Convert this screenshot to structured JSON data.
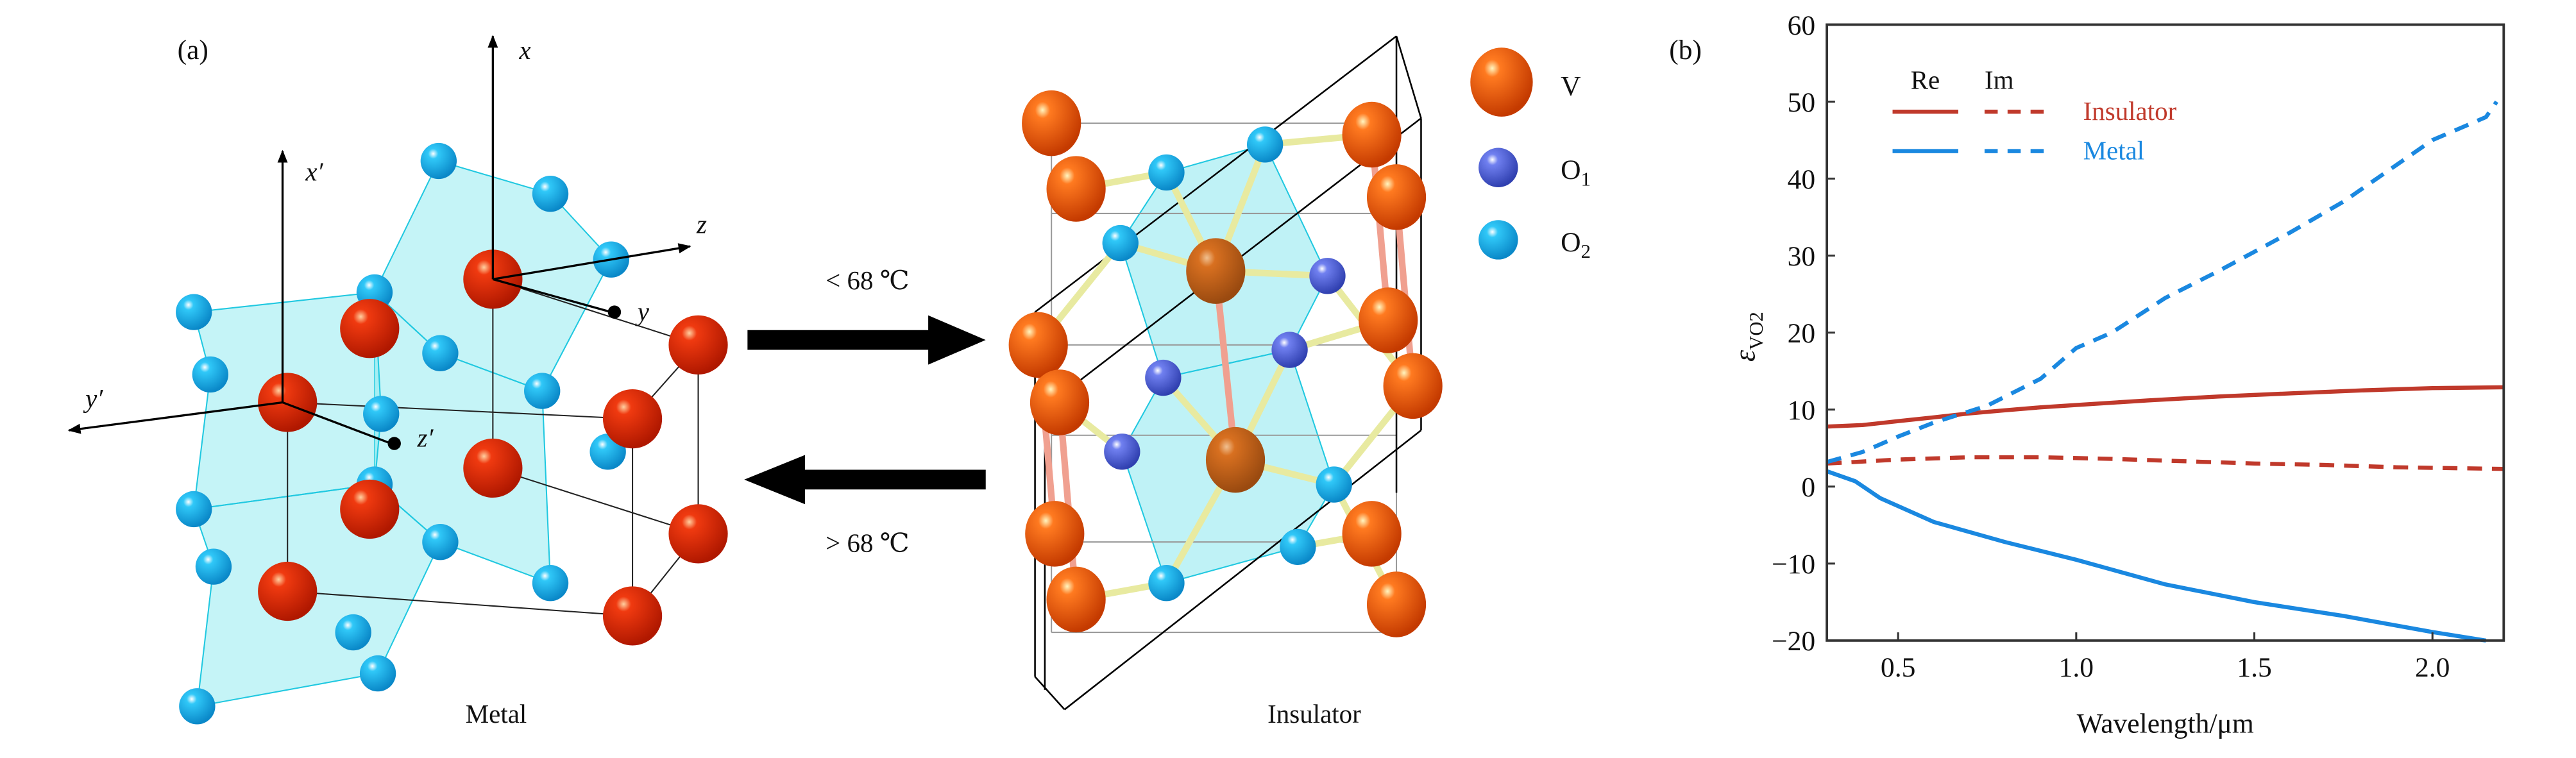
{
  "panel_a": {
    "label": "(a)",
    "axes": {
      "x": "x",
      "x_prime": "x′",
      "y": "y",
      "y_prime": "y′",
      "z": "z",
      "z_prime": "z′"
    },
    "metal_label": "Metal",
    "insulator_label": "Insulator",
    "arrow_cool_label": "< 68 ℃",
    "arrow_heat_label": "> 68 ℃",
    "legend": [
      {
        "symbol": "V",
        "sub": "",
        "color": "#e8500a"
      },
      {
        "symbol": "O",
        "sub": "1",
        "color": "#5a6ee0"
      },
      {
        "symbol": "O",
        "sub": "2",
        "color": "#1eb4ee"
      }
    ],
    "colors": {
      "metal_V": "#e8300a",
      "insulator_V": "#e8640a",
      "O2": "#1eb4ee",
      "O1": "#5a6ee0",
      "polyhedra": "#7fe6ee"
    }
  },
  "chart_data": {
    "type": "line",
    "panel_label": "(b)",
    "xlabel": "Wavelength/μm",
    "ylabel": "ε",
    "ylabel_sub": "VO2",
    "xlim": [
      0.3,
      2.2
    ],
    "ylim": [
      -20,
      60
    ],
    "xticks": [
      0.5,
      1.0,
      1.5,
      2.0
    ],
    "xtick_labels": [
      "0.5",
      "1.0",
      "1.5",
      "2.0"
    ],
    "yticks": [
      -20,
      -10,
      0,
      10,
      20,
      30,
      40,
      50,
      60
    ],
    "ytick_labels": [
      "−20",
      "−10",
      "0",
      "10",
      "20",
      "30",
      "40",
      "50",
      "60"
    ],
    "grid": false,
    "legend": {
      "placement": "top-left",
      "col_headers": [
        "Re",
        "Im"
      ],
      "rows": [
        "Insulator",
        "Metal"
      ]
    },
    "series": [
      {
        "name": "Insulator Re",
        "color": "#c0392b",
        "dash": false,
        "x": [
          0.3,
          0.4,
          0.5,
          0.6,
          0.7,
          0.8,
          0.9,
          1.0,
          1.2,
          1.4,
          1.6,
          1.8,
          2.0,
          2.2
        ],
        "y": [
          7.8,
          8.0,
          8.5,
          9.0,
          9.5,
          9.9,
          10.3,
          10.6,
          11.2,
          11.7,
          12.1,
          12.5,
          12.8,
          12.9
        ]
      },
      {
        "name": "Insulator Im",
        "color": "#c0392b",
        "dash": true,
        "x": [
          0.3,
          0.5,
          0.7,
          0.9,
          1.1,
          1.3,
          1.5,
          1.7,
          1.9,
          2.2
        ],
        "y": [
          3.0,
          3.5,
          3.8,
          3.8,
          3.6,
          3.3,
          3.0,
          2.8,
          2.5,
          2.3
        ]
      },
      {
        "name": "Metal Re",
        "color": "#1a88e0",
        "dash": false,
        "x": [
          0.3,
          0.38,
          0.45,
          0.6,
          0.8,
          1.0,
          1.25,
          1.5,
          1.75,
          2.0,
          2.15
        ],
        "y": [
          2.0,
          0.7,
          -1.5,
          -4.6,
          -7.2,
          -9.5,
          -12.7,
          -15.0,
          -16.8,
          -18.9,
          -20.0
        ]
      },
      {
        "name": "Metal Im",
        "color": "#1a88e0",
        "dash": true,
        "x": [
          0.3,
          0.4,
          0.5,
          0.6,
          0.75,
          0.9,
          1.0,
          1.1,
          1.25,
          1.4,
          1.5,
          1.6,
          1.75,
          2.0,
          2.15,
          2.18
        ],
        "y": [
          3.2,
          4.5,
          6.5,
          8.3,
          10.5,
          14.0,
          18.0,
          20.0,
          24.5,
          28.0,
          30.5,
          33.0,
          37.0,
          45.0,
          48.0,
          50.0
        ]
      }
    ]
  }
}
